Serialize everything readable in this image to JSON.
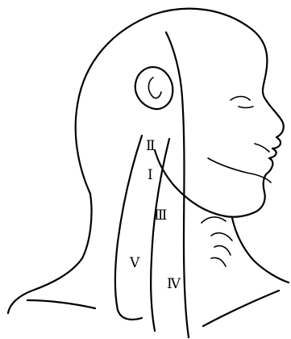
{
  "diagram": {
    "levels": [
      {
        "id": "I",
        "label": "I"
      },
      {
        "id": "II",
        "label": "Ⅱ"
      },
      {
        "id": "III",
        "label": "Ⅲ"
      },
      {
        "id": "IV",
        "label": "Ⅳ"
      },
      {
        "id": "V",
        "label": "Ⅴ"
      }
    ],
    "line_color": "#000000",
    "background_color": "#ffffff"
  }
}
